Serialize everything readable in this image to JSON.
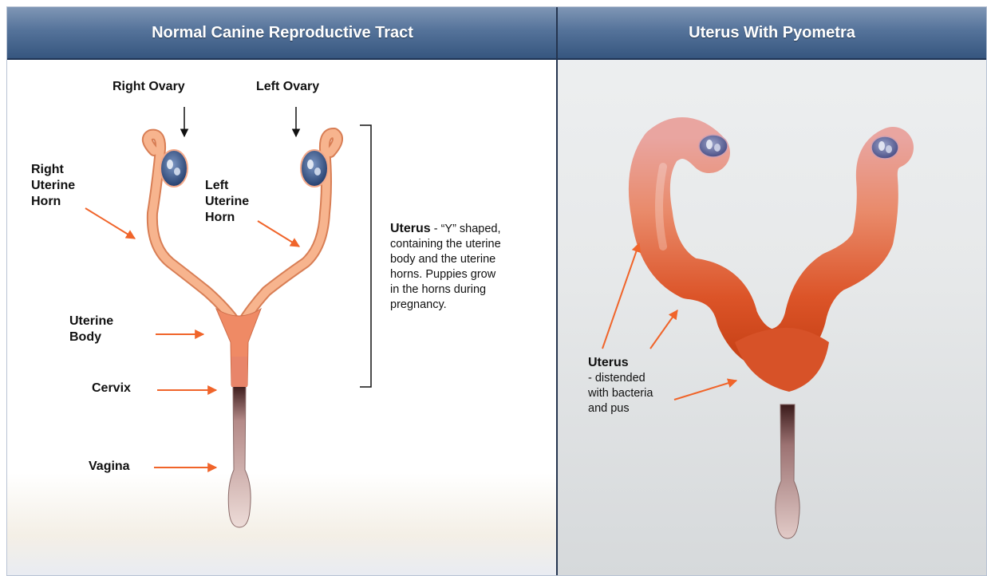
{
  "left_panel": {
    "title": "Normal Canine Reproductive Tract",
    "labels": {
      "right_ovary": "Right Ovary",
      "left_ovary": "Left Ovary",
      "right_uterine_horn": [
        "Right",
        "Uterine",
        "Horn"
      ],
      "left_uterine_horn": [
        "Left",
        "Uterine",
        "Horn"
      ],
      "uterine_body": [
        "Uterine",
        "Body"
      ],
      "cervix": "Cervix",
      "vagina": "Vagina"
    },
    "uterus_note": {
      "term": "Uterus",
      "lines": [
        " - “Y” shaped,",
        "containing the uterine",
        "body and the uterine",
        "horns. Puppies grow",
        "in the horns during",
        "pregnancy."
      ]
    }
  },
  "right_panel": {
    "title": "Uterus With Pyometra",
    "uterus_note": {
      "term": "Uterus",
      "lines": [
        "- distended",
        "with bacteria",
        "and pus"
      ]
    }
  },
  "colors": {
    "header_top": "#7f96b5",
    "header_bottom": "#36567f",
    "arrow": "#f0642a",
    "healthy_tract": "#f4a47a",
    "pyometra_uterus": "#e05a30",
    "ovary": "#3b5a8c"
  }
}
